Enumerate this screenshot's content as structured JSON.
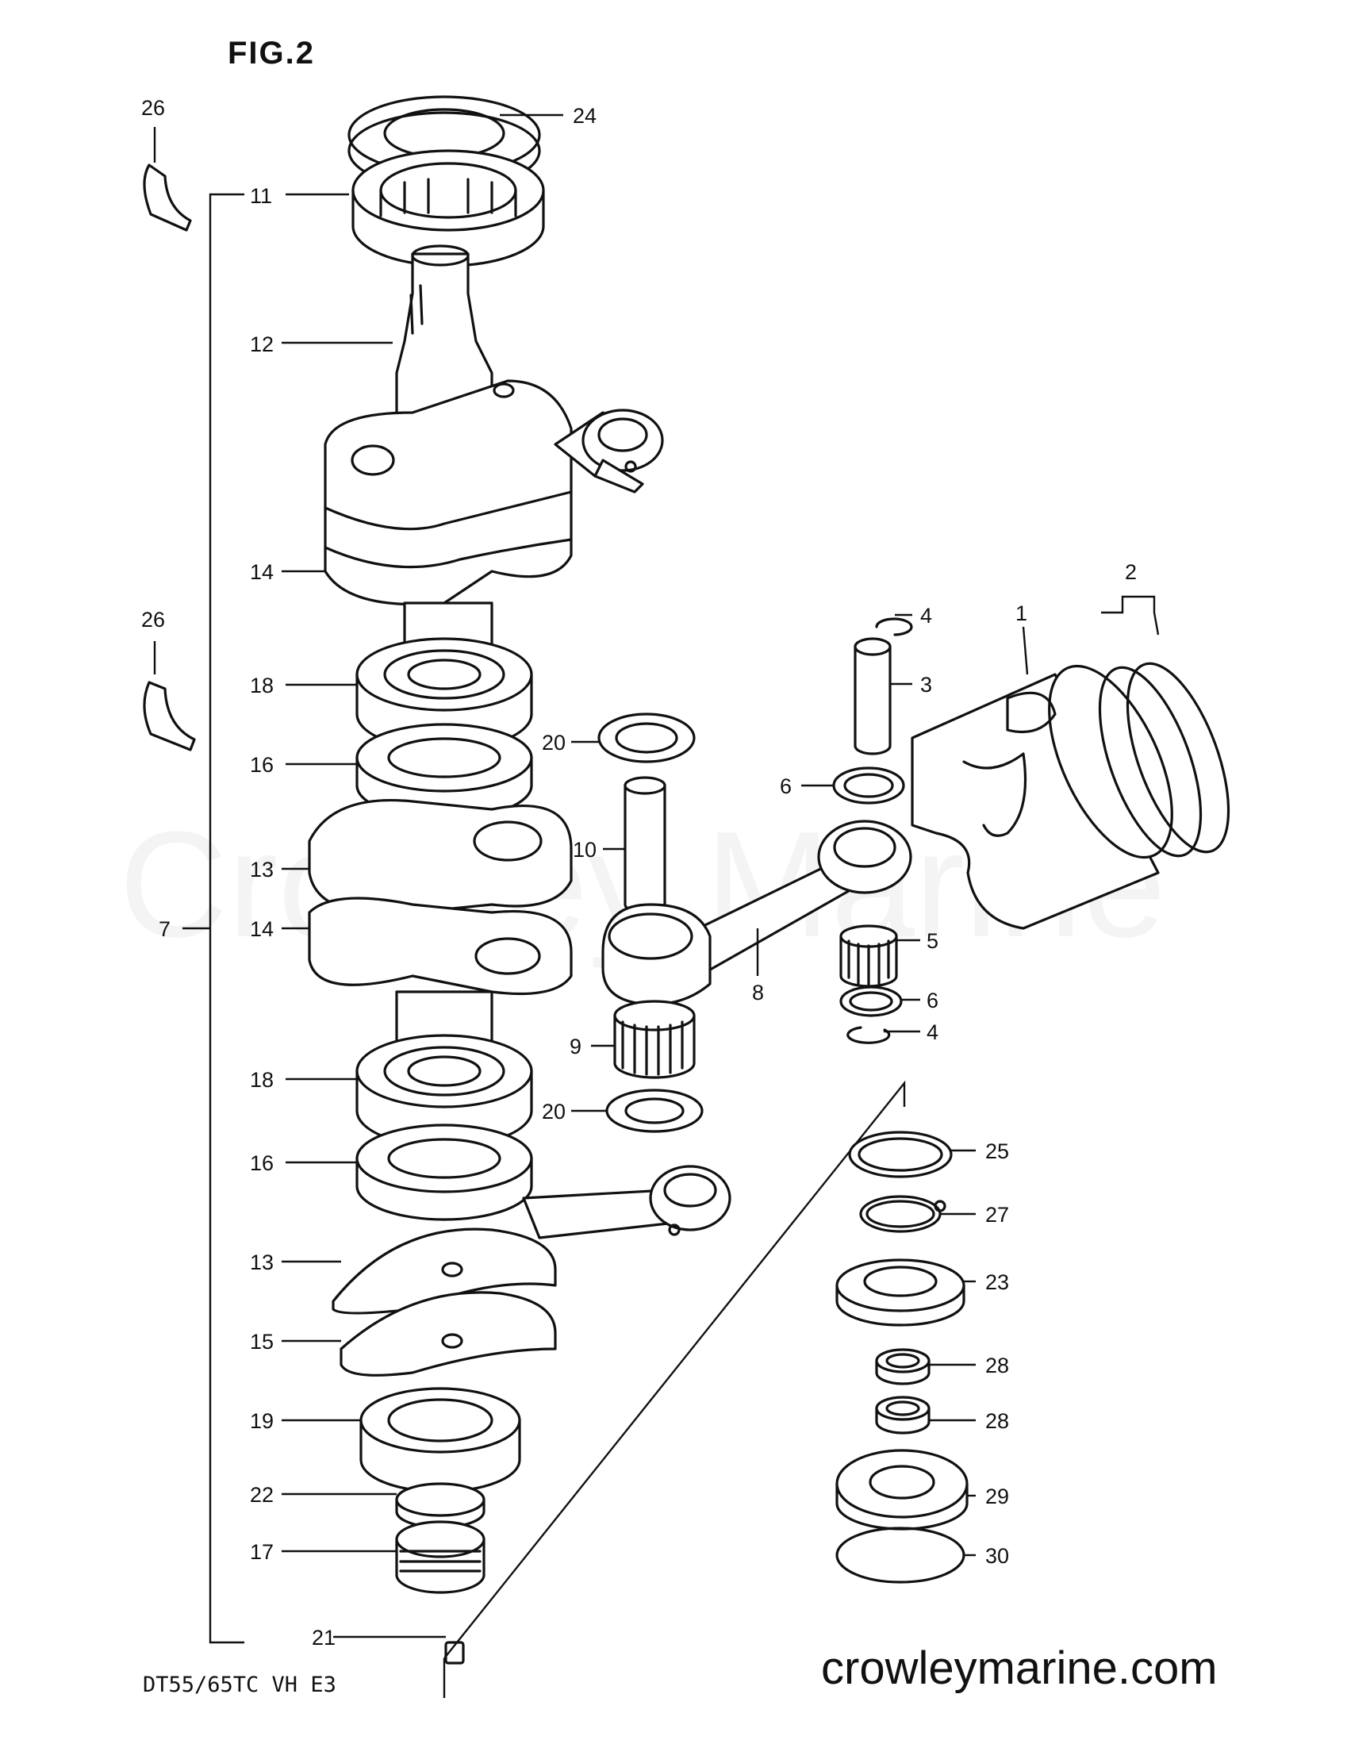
{
  "figure_title": "FIG.2",
  "model_code": "DT55/65TC VH E3",
  "watermark": "Crowley Marine",
  "website": "crowleymarine.com",
  "callouts": [
    {
      "id": "c24",
      "label": "24"
    },
    {
      "id": "c26a",
      "label": "26"
    },
    {
      "id": "c11",
      "label": "11"
    },
    {
      "id": "c12",
      "label": "12"
    },
    {
      "id": "c14a",
      "label": "14"
    },
    {
      "id": "c26b",
      "label": "26"
    },
    {
      "id": "c18a",
      "label": "18"
    },
    {
      "id": "c16a",
      "label": "16"
    },
    {
      "id": "c13a",
      "label": "13"
    },
    {
      "id": "c7",
      "label": "7"
    },
    {
      "id": "c14b",
      "label": "14"
    },
    {
      "id": "c18b",
      "label": "18"
    },
    {
      "id": "c16b",
      "label": "16"
    },
    {
      "id": "c13b",
      "label": "13"
    },
    {
      "id": "c15",
      "label": "15"
    },
    {
      "id": "c19",
      "label": "19"
    },
    {
      "id": "c22",
      "label": "22"
    },
    {
      "id": "c17",
      "label": "17"
    },
    {
      "id": "c21",
      "label": "21"
    },
    {
      "id": "c4a",
      "label": "4"
    },
    {
      "id": "c3",
      "label": "3"
    },
    {
      "id": "c1",
      "label": "1"
    },
    {
      "id": "c2",
      "label": "2"
    },
    {
      "id": "c20a",
      "label": "20"
    },
    {
      "id": "c6a",
      "label": "6"
    },
    {
      "id": "c10",
      "label": "10"
    },
    {
      "id": "c8",
      "label": "8"
    },
    {
      "id": "c5",
      "label": "5"
    },
    {
      "id": "c6b",
      "label": "6"
    },
    {
      "id": "c4b",
      "label": "4"
    },
    {
      "id": "c9",
      "label": "9"
    },
    {
      "id": "c20b",
      "label": "20"
    },
    {
      "id": "c25",
      "label": "25"
    },
    {
      "id": "c27",
      "label": "27"
    },
    {
      "id": "c23",
      "label": "23"
    },
    {
      "id": "c28a",
      "label": "28"
    },
    {
      "id": "c28b",
      "label": "28"
    },
    {
      "id": "c29",
      "label": "29"
    },
    {
      "id": "c30",
      "label": "30"
    }
  ]
}
